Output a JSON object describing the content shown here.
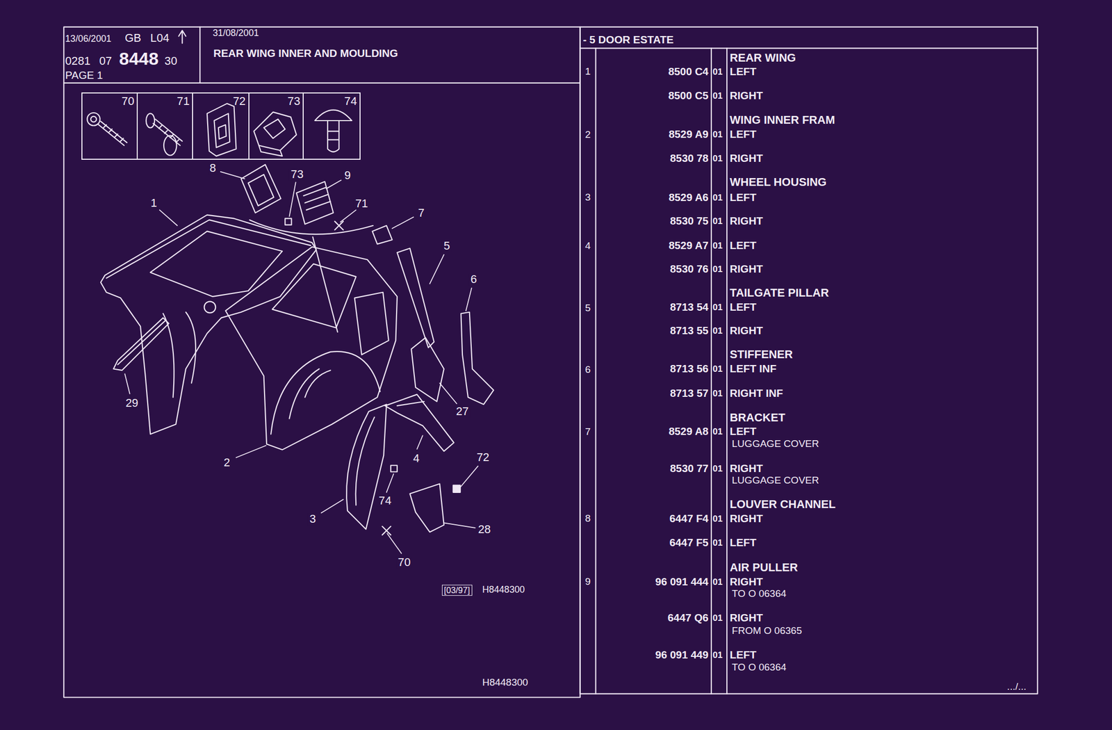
{
  "diagram": {
    "title": "REAR WING INNER AND MOULDING",
    "nodes": [
      {
        "text": [
          "70"
        ]
      },
      {
        "text": [
          "71"
        ]
      },
      {
        "text": [
          "72"
        ]
      },
      {
        "text": [
          "73"
        ]
      },
      {
        "text": [
          "74"
        ]
      }
    ],
    "labels": [
      "13/06/2001",
      "GB",
      "L04",
      "0281",
      "07",
      "8448",
      "30",
      "PAGE 1",
      "31/08/2001",
      "- 5 DOOR ESTATE",
      "1",
      "REAR WING",
      "8500 C4",
      "01",
      "LEFT",
      "8500 C5",
      "01",
      "RIGHT",
      "2",
      "WING INNER FRAM",
      "8529 A9",
      "01",
      "LEFT",
      "8530 78",
      "01",
      "RIGHT",
      "3",
      "WHEEL HOUSING",
      "8529 A6",
      "01",
      "LEFT",
      "8530 75",
      "01",
      "RIGHT",
      "4",
      "8529 A7",
      "01",
      "LEFT",
      "8530 76",
      "01",
      "RIGHT",
      "5",
      "TAILGATE PILLAR",
      "8713 54",
      "01",
      "LEFT",
      "8713 55",
      "01",
      "RIGHT",
      "6",
      "STIFFENER",
      "8713 56",
      "01",
      "LEFT INF",
      "8713 57",
      "01",
      "RIGHT INF",
      "7",
      "BRACKET",
      "8529 A8",
      "01",
      "LEFT",
      "LUGGAGE COVER",
      "8530 77",
      "01",
      "RIGHT",
      "LUGGAGE COVER",
      "8",
      "LOUVER CHANNEL",
      "6447 F4",
      "01",
      "RIGHT",
      "6447 F5",
      "01",
      "LEFT",
      "9",
      "AIR PULLER",
      "96 091 444",
      "01",
      "RIGHT",
      "TO O 06364",
      "6447 Q6",
      "01",
      "RIGHT",
      "FROM O 06365",
      "96 091 449",
      "01",
      "LEFT",
      "TO O 06364",
      ".../...",
      "8",
      "73",
      "9",
      "1",
      "71",
      "7",
      "5",
      "6",
      "29",
      "27",
      "2",
      "4",
      "72",
      "74",
      "3",
      "28",
      "70",
      "[03/97]",
      "H8448300",
      "H8448300"
    ]
  }
}
